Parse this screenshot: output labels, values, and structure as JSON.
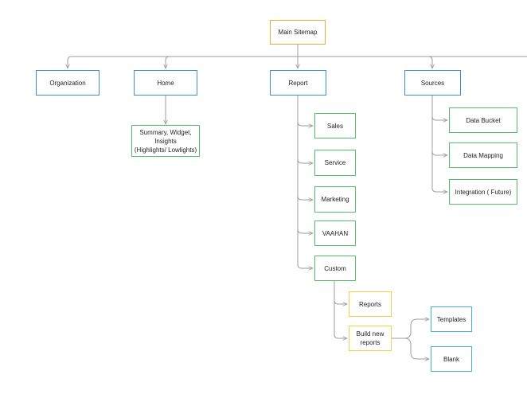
{
  "nodes": {
    "main_sitemap": "Main Sitemap",
    "organization": "Organization",
    "home": "Home",
    "report": "Report",
    "sources": "Sources",
    "home_summary_1": "Summary, Widget,",
    "home_summary_2": "Insights",
    "home_summary_3": "(Highlights/ Lowlights)",
    "sales": "Sales",
    "service": "Service",
    "marketing": "Marketing",
    "vaahan": "VAAHAN",
    "custom": "Custom",
    "data_bucket": "Data Bucket",
    "data_mapping": "Data Mapping",
    "integration": "Integration ( Future)",
    "reports": "Reports",
    "build_new_reports_1": "Build new",
    "build_new_reports_2": "reports",
    "templates": "Templates",
    "blank": "Blank"
  },
  "colors": {
    "root": "#f2a93b",
    "level1": "#3d8ed6",
    "level2": "#52c06b",
    "custom_children": "#f3cd4e",
    "build_children": "#3fb9c9",
    "connector": "#9e9e9e"
  }
}
